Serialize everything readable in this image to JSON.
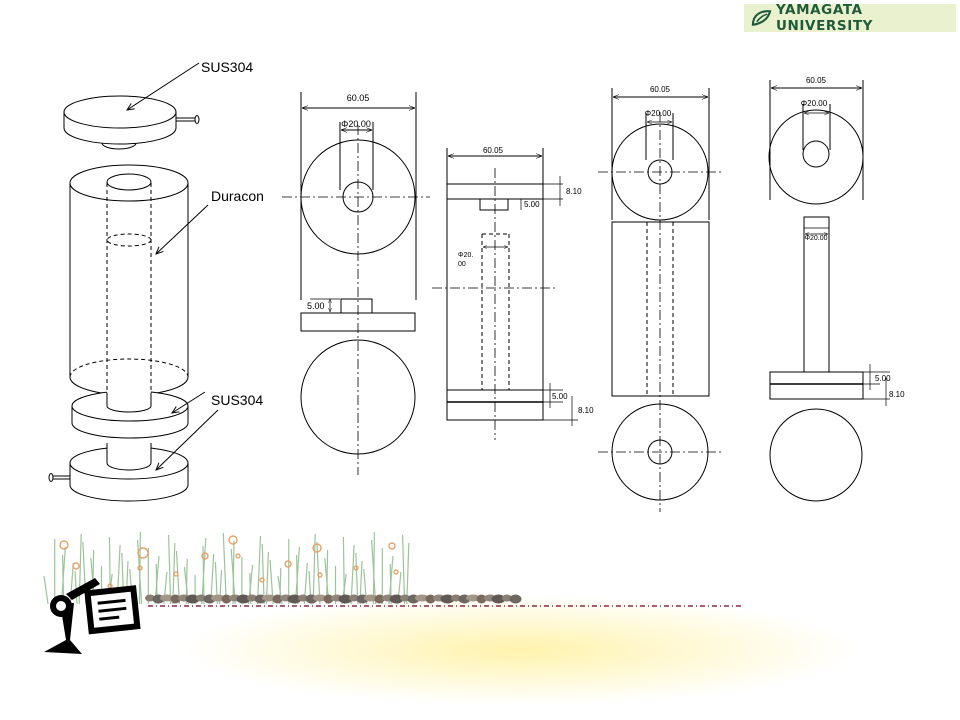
{
  "header": {
    "logo_text": "YAMAGATA UNIVERSITY",
    "logo_icon": "leaf-mark-icon",
    "logo_bg": "#e9f1cf",
    "logo_color": "#1f5a3a"
  },
  "assembly": {
    "label_top": "SUS304",
    "label_middle": "Duracon",
    "label_bottom": "SUS304"
  },
  "drawings": {
    "view1": {
      "width_dim": "60.05",
      "hole_dim": "Φ20.00",
      "thick_dim": "5.00"
    },
    "view2": {
      "width_dim": "60.05",
      "top_dim": "8.10",
      "top_sub_dim": "5.00",
      "hole_dim_line1": "Φ20.",
      "hole_dim_line2": "00",
      "bottom_dim1": "5.00",
      "bottom_dim2": "8.10"
    },
    "view3": {
      "width_dim": "60.05",
      "hole_dim": "Φ20.00"
    },
    "view4": {
      "width_dim": "60.05",
      "hole_dim": "Φ20.00",
      "rod_dim": "Φ20.00",
      "base_dim1": "5.00",
      "base_dim2": "8.10"
    }
  },
  "decoration": {
    "icon": "notepad-pin-icon",
    "line_color": "#8a2a4a",
    "glow_color": "#fff2a8"
  }
}
